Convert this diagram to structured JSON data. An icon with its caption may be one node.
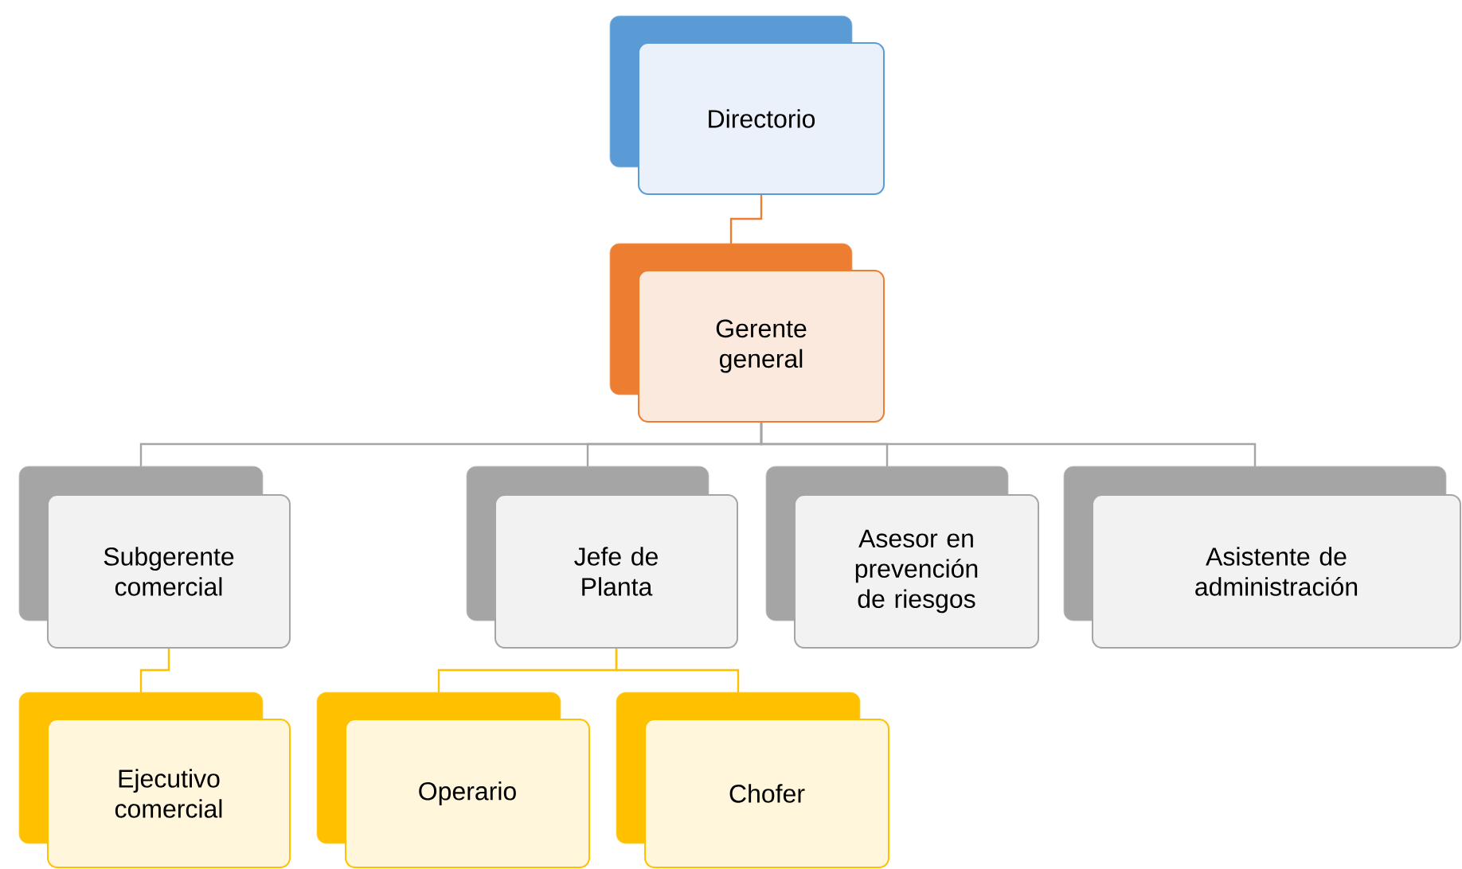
{
  "diagram": {
    "nodes": [
      {
        "text": [
          "Directorio"
        ]
      },
      {
        "text": [
          "Gerente general"
        ]
      },
      {
        "text": [
          "Subgerente comercial"
        ]
      },
      {
        "text": [
          "Jefe de Planta"
        ]
      },
      {
        "text": [
          "Asesor en prevención de riesgos"
        ]
      },
      {
        "text": [
          "Asistente de administración"
        ]
      },
      {
        "text": [
          "Ejecutivo comercial"
        ]
      },
      {
        "text": [
          "Operario"
        ]
      },
      {
        "text": [
          "Chofer"
        ]
      }
    ],
    "edges": [
      {
        "from": 0,
        "to": 1,
        "arrow": "none",
        "color": "#ed7d31"
      },
      {
        "from": 1,
        "to": 2,
        "arrow": "none"
      },
      {
        "from": 1,
        "to": 3,
        "arrow": "none"
      },
      {
        "from": 1,
        "to": 4,
        "arrow": "none"
      },
      {
        "from": 1,
        "to": 5,
        "arrow": "none"
      },
      {
        "from": 2,
        "to": 6,
        "arrow": "none",
        "color": "#ffc000"
      },
      {
        "from": 3,
        "to": 7,
        "arrow": "none",
        "color": "#ffc000"
      },
      {
        "from": 3,
        "to": 8,
        "arrow": "none",
        "color": "#ffc000"
      }
    ]
  }
}
